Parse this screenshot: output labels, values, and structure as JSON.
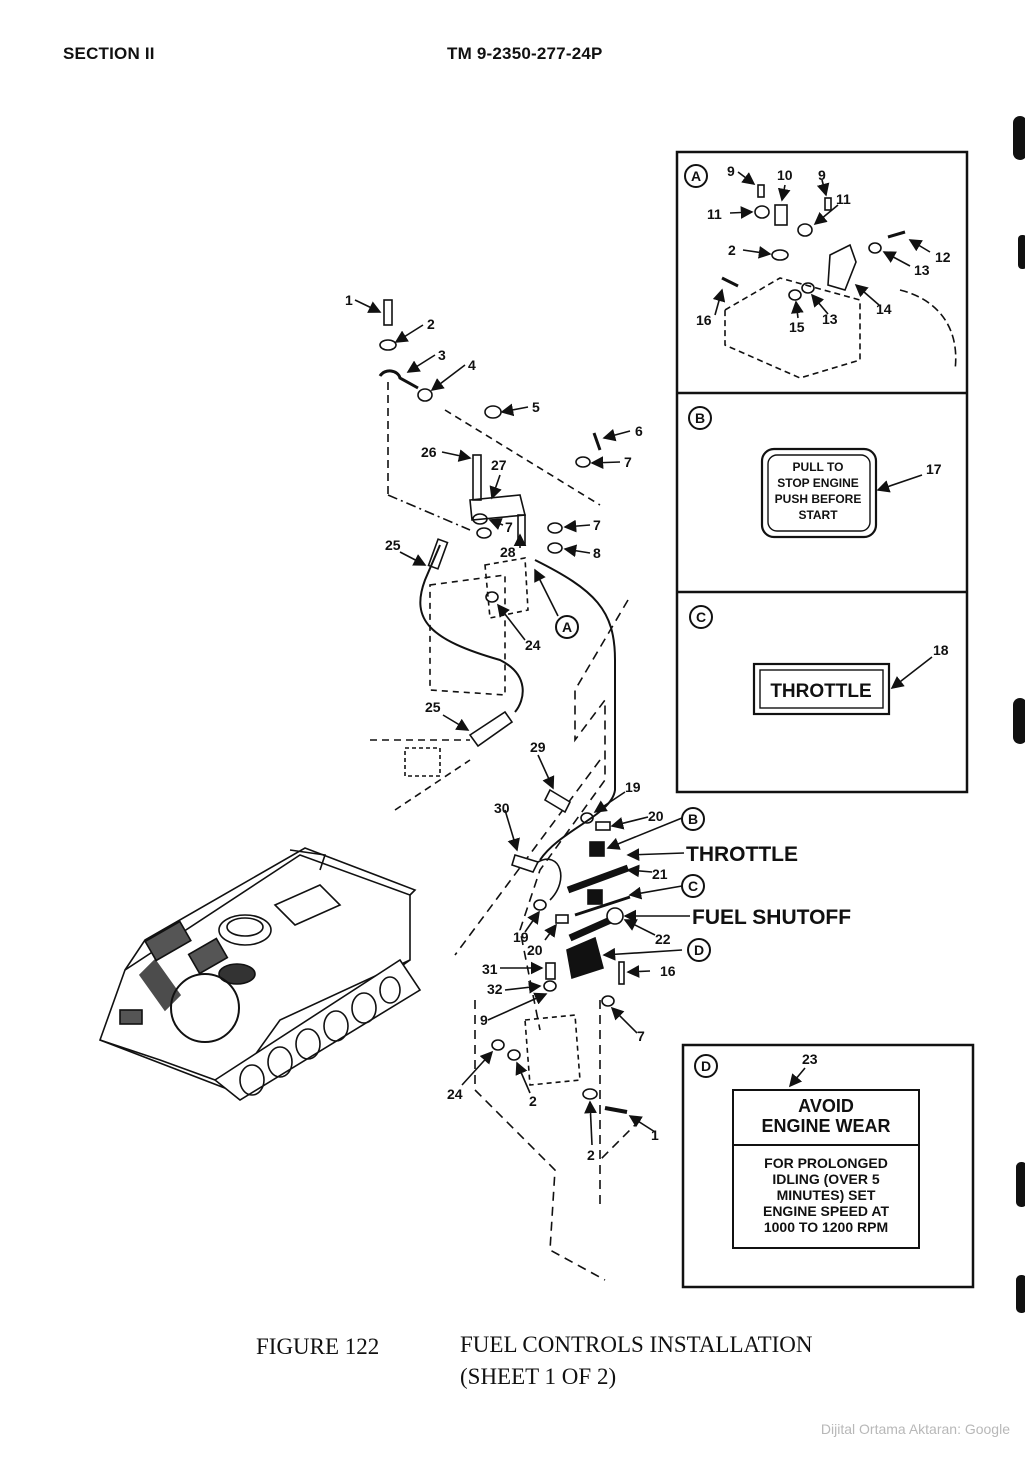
{
  "header": {
    "section": "SECTION II",
    "tm_number": "TM 9-2350-277-24P"
  },
  "caption": {
    "figure": "FIGURE 122",
    "title": "FUEL CONTROLS INSTALLATION",
    "sheet": "(SHEET 1 OF 2)"
  },
  "callouts": {
    "throttle": "THROTTLE",
    "fuel_shutoff": "FUEL SHUTOFF",
    "detail_a": "A",
    "detail_b": "B",
    "detail_c": "C",
    "detail_d": "D"
  },
  "detail_b_plate": {
    "lines": [
      "PULL TO",
      "STOP ENGINE",
      "PUSH BEFORE",
      "START"
    ],
    "item": "17"
  },
  "detail_c_plate": {
    "text": "THROTTLE",
    "item": "18"
  },
  "detail_d_plate": {
    "item": "23",
    "heading": [
      "AVOID",
      "ENGINE WEAR"
    ],
    "body": [
      "FOR PROLONGED",
      "IDLING (OVER 5",
      "MINUTES) SET",
      "ENGINE SPEED AT",
      "1000 TO 1200 RPM"
    ]
  },
  "item_numbers": {
    "n1": "1",
    "n2": "2",
    "n3": "3",
    "n4": "4",
    "n5": "5",
    "n6": "6",
    "n7": "7",
    "n8": "8",
    "n9": "9",
    "n10": "10",
    "n11": "11",
    "n12": "12",
    "n13": "13",
    "n14": "14",
    "n15": "15",
    "n16": "16",
    "n19": "19",
    "n20": "20",
    "n21": "21",
    "n22": "22",
    "n24": "24",
    "n25": "25",
    "n26": "26",
    "n27": "27",
    "n28": "28",
    "n29": "29",
    "n30": "30",
    "n31": "31",
    "n32": "32"
  },
  "watermark": "Dijital Ortama Aktaran: Google"
}
